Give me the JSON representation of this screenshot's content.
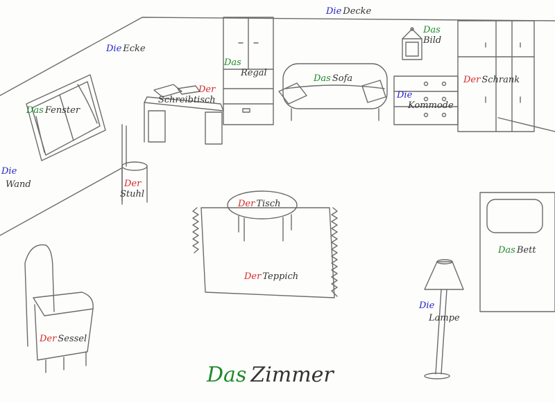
{
  "colors": {
    "der": "#d62828",
    "die": "#2424c8",
    "das": "#1f8a2a",
    "noun": "#333333"
  },
  "title": {
    "article": "Das",
    "noun": "Zimmer",
    "gender": "das"
  },
  "labels": [
    {
      "id": "decke",
      "article": "Die",
      "noun": "Decke",
      "gender": "die"
    },
    {
      "id": "ecke",
      "article": "Die",
      "noun": "Ecke",
      "gender": "die"
    },
    {
      "id": "regal",
      "article": "Das",
      "noun": "Regal",
      "gender": "das"
    },
    {
      "id": "bild",
      "article": "Das",
      "noun": "Bild",
      "gender": "das"
    },
    {
      "id": "sofa",
      "article": "Das",
      "noun": "Sofa",
      "gender": "das"
    },
    {
      "id": "schrank",
      "article": "Der",
      "noun": "Schrank",
      "gender": "der"
    },
    {
      "id": "schreibtisch",
      "article": "Der",
      "noun": "Schreibtisch",
      "gender": "der"
    },
    {
      "id": "kommode",
      "article": "Die",
      "noun": "Kommode",
      "gender": "die"
    },
    {
      "id": "fenster",
      "article": "Das",
      "noun": "Fenster",
      "gender": "das"
    },
    {
      "id": "wand",
      "article": "Die",
      "noun": "Wand",
      "gender": "die"
    },
    {
      "id": "stuhl",
      "article": "Der",
      "noun": "Stuhl",
      "gender": "der"
    },
    {
      "id": "tisch",
      "article": "Der",
      "noun": "Tisch",
      "gender": "der"
    },
    {
      "id": "bett",
      "article": "Das",
      "noun": "Bett",
      "gender": "das"
    },
    {
      "id": "teppich",
      "article": "Der",
      "noun": "Teppich",
      "gender": "der"
    },
    {
      "id": "lampe",
      "article": "Die",
      "noun": "Lampe",
      "gender": "die"
    },
    {
      "id": "sessel",
      "article": "Der",
      "noun": "Sessel",
      "gender": "der"
    }
  ]
}
